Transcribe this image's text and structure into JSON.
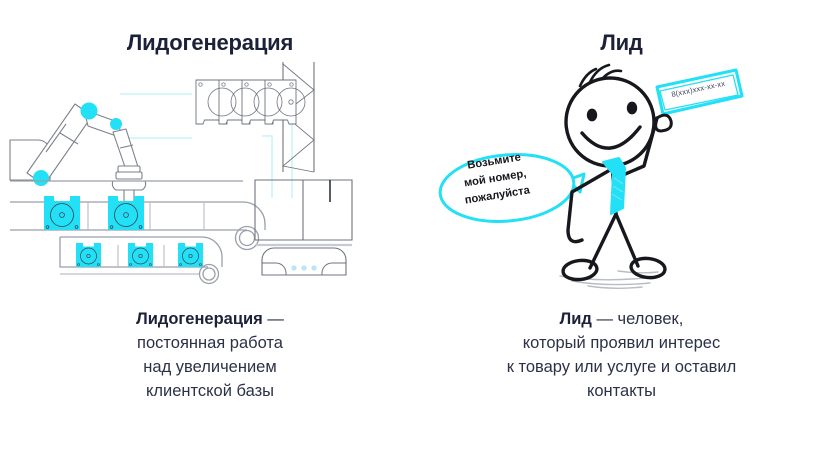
{
  "page": {
    "background_color": "#ffffff",
    "accent_color": "#22e0f5",
    "text_color": "#1b2138",
    "line_color": "#8b8f9a"
  },
  "left_panel": {
    "title": "Лидогенерация",
    "caption": {
      "term": "Лидогенерация",
      "dash": " — ",
      "lines": [
        "постоянная работа",
        "над увеличением",
        "клиентской базы"
      ]
    },
    "illustration": {
      "name": "factory-robot-arm-conveyor",
      "elements": [
        "robotic-arm",
        "conveyor-belt-upper",
        "conveyor-belt-lower",
        "cyan-boxes",
        "outline-boxes-rack",
        "truss-tower",
        "storage-cabinet",
        "control-device"
      ],
      "cyan_box_count_upper": 2,
      "cyan_box_count_lower": 3,
      "outline_box_count": 4,
      "device_dot_count": 3
    }
  },
  "right_panel": {
    "title": "Лид",
    "caption": {
      "term": "Лид",
      "dash": " — ",
      "first_line_rest": "человек,",
      "lines": [
        "который проявил интерес",
        "к товару или услуге и оставил",
        "контакты"
      ]
    },
    "illustration": {
      "name": "stick-figure-with-business-card",
      "speech_bubble": {
        "lines": [
          "Возьмите",
          "мой номер,",
          "пожалуйста"
        ],
        "full_text": "Возьмите мой номер, пожалуйста"
      },
      "card": {
        "text": "8(xxx)xxx-xx-xx"
      },
      "elements": [
        "head",
        "smile",
        "eyes",
        "hair",
        "necktie",
        "raised-arm",
        "hand-on-hip",
        "legs",
        "shoes",
        "ground-shadow"
      ]
    }
  }
}
